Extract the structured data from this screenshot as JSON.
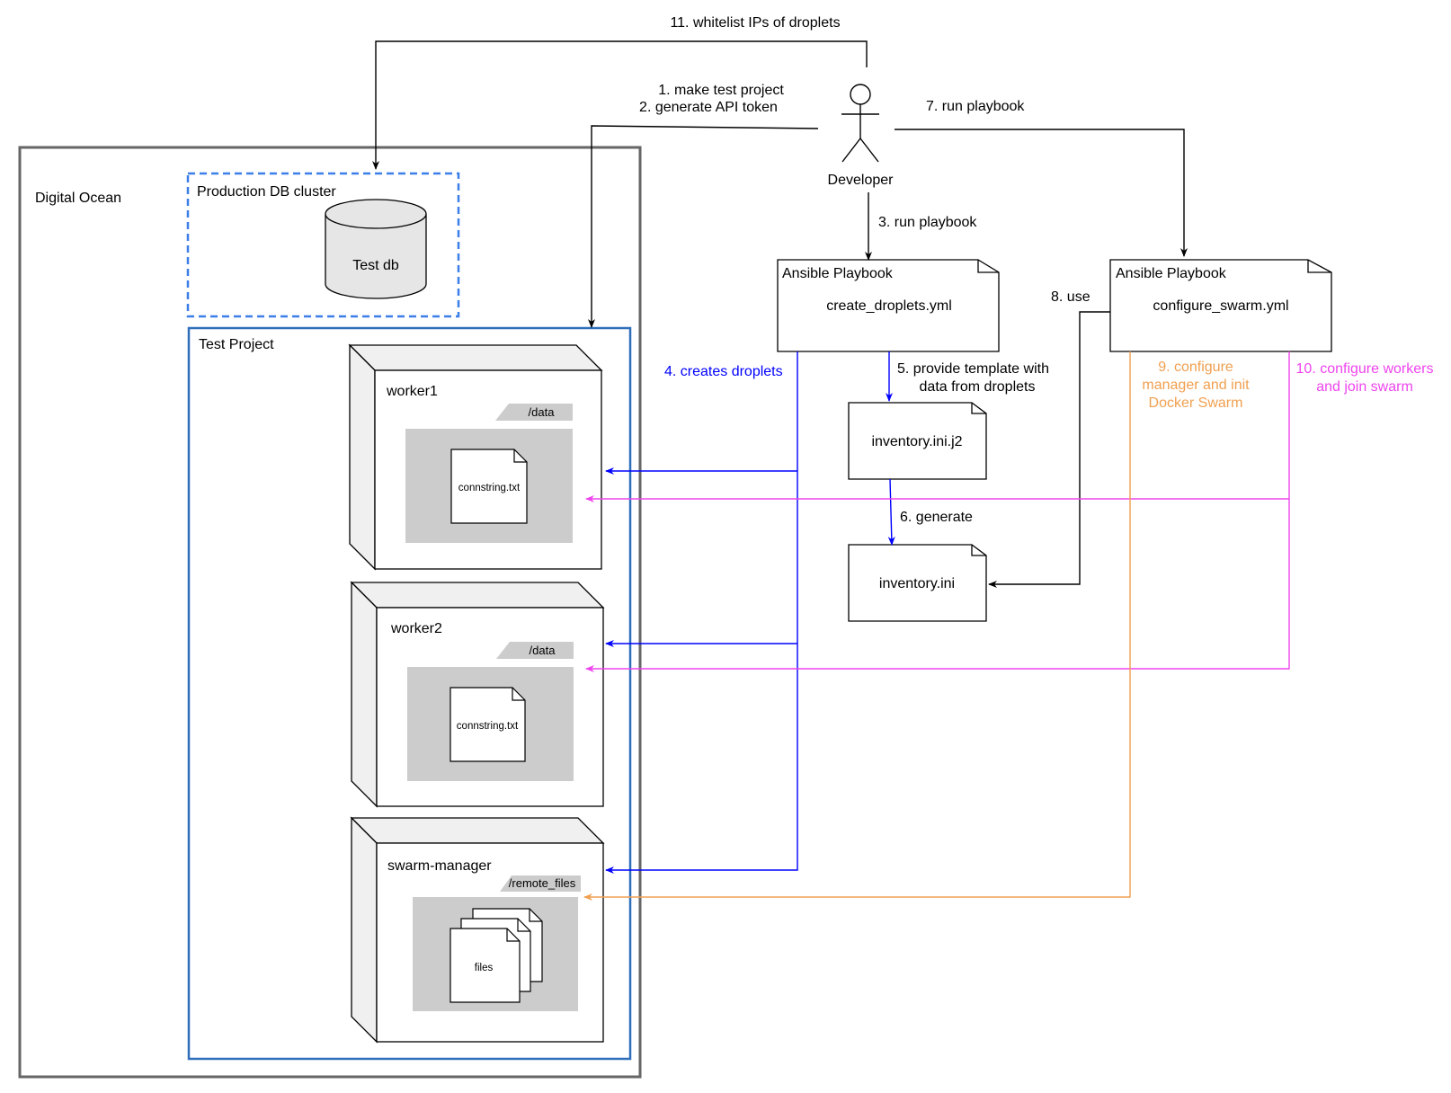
{
  "actor": {
    "label": "Developer"
  },
  "containers": {
    "digital_ocean": "Digital Ocean",
    "prod_cluster": "Production DB cluster",
    "test_db": "Test db",
    "test_project": "Test Project"
  },
  "nodes": {
    "worker1": {
      "label": "worker1",
      "folder": "/data",
      "file": "connstring.txt"
    },
    "worker2": {
      "label": "worker2",
      "folder": "/data",
      "file": "connstring.txt"
    },
    "manager": {
      "label": "swarm-manager",
      "folder": "/remote_files",
      "file": "files"
    }
  },
  "playbooks": {
    "create": {
      "title": "Ansible Playbook",
      "file": "create_droplets.yml"
    },
    "configure": {
      "title": "Ansible Playbook",
      "file": "configure_swarm.yml"
    }
  },
  "files": {
    "template": "inventory.ini.j2",
    "inventory": "inventory.ini"
  },
  "steps": {
    "s1": "1. make test project",
    "s2": "2. generate API token",
    "s3": "3. run playbook",
    "s4": "4. creates droplets",
    "s5a": "5. provide template with",
    "s5b": "data from droplets",
    "s6": "6. generate",
    "s7": "7. run playbook",
    "s8": "8. use",
    "s9a": "9.  configure",
    "s9b": "manager and init",
    "s9c": "Docker Swarm",
    "s10a": "10. configure workers",
    "s10b": "and join swarm",
    "s11": "11. whitelist IPs of droplets"
  },
  "colors": {
    "black": "#000000",
    "blue": "#0000ff",
    "magenta": "#ee44ee",
    "orange": "#f0a050",
    "outer_border": "#666666",
    "project_border": "#2f6eba",
    "cluster_border": "#3d7fe8",
    "gray_fill": "#cccccc",
    "cylinder_fill": "#e6e6e6",
    "node_face": "#f0f0f0"
  }
}
